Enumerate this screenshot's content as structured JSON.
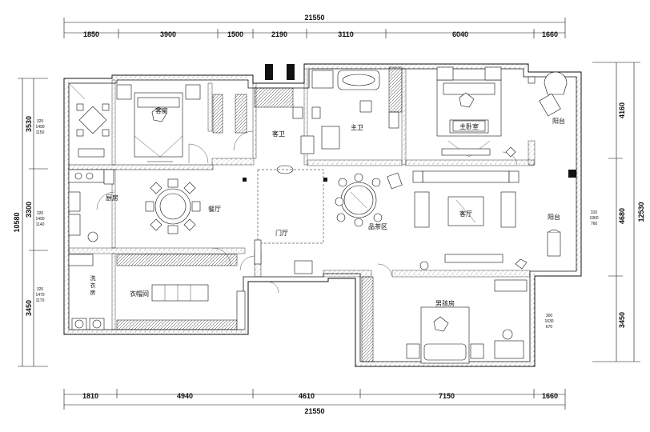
{
  "dims": {
    "top_total": "21550",
    "bottom_total": "21550",
    "top": [
      "1850",
      "3900",
      "1500",
      "2190",
      "3110",
      "6040",
      "1660"
    ],
    "bottom": [
      "1810",
      "4940",
      "4610",
      "7150",
      "1660"
    ],
    "left_total": "10580",
    "left": [
      "3530",
      "3300",
      "3450"
    ],
    "right_total": "12530",
    "right": [
      "4160",
      "4680",
      "3450"
    ]
  },
  "small_dims": {
    "left": [
      [
        "320",
        "1490",
        "1150"
      ],
      [
        "320",
        "1490",
        "1140"
      ],
      [
        "320",
        "1470",
        "1170"
      ]
    ],
    "right": [
      [
        "310",
        "1960",
        "760"
      ],
      [
        "300",
        "1630",
        "670"
      ]
    ]
  },
  "rooms": {
    "guest_bedroom": "客房",
    "guest_bath": "客卫",
    "master_bath": "主卫",
    "master_bedroom": "主卧室",
    "balcony_upper": "阳台",
    "kitchen": "厨房",
    "dining": "餐厅",
    "foyer": "门厅",
    "tea_area": "品茶区",
    "living": "客厅",
    "balcony_right": "阳台",
    "laundry_line1": "洗",
    "laundry_line2": "衣",
    "laundry_line3": "房",
    "cloakroom": "衣帽间",
    "boys_room": "男孩房"
  }
}
